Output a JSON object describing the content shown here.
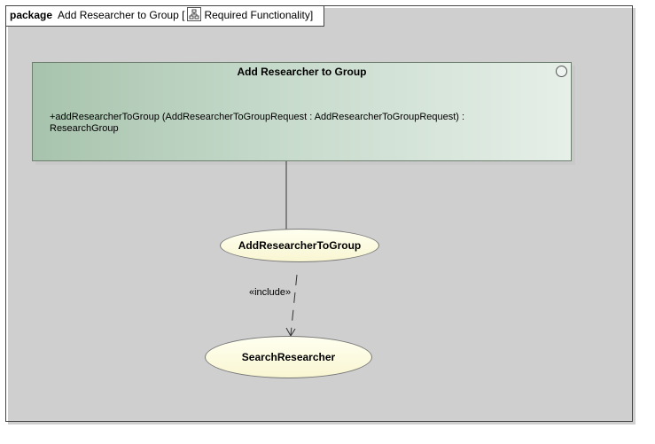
{
  "frame": {
    "keyword": "package",
    "name": "Add Researcher to Group",
    "diagram_name": "Required Functionality"
  },
  "interface": {
    "title": "Add Researcher to Group",
    "operation_line1": "+addResearcherToGroup (AddResearcherToGroupRequest : AddResearcherToGroupRequest) :",
    "operation_line2": "ResearchGroup"
  },
  "use_cases": {
    "primary": "AddResearcherToGroup",
    "included": "SearchResearcher"
  },
  "relationships": {
    "include_label": "«include»"
  }
}
